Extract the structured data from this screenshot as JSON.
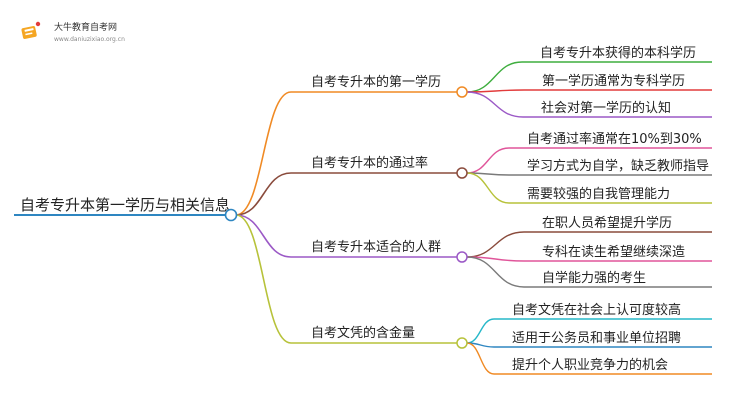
{
  "logo": {
    "name": "大牛教育自考网",
    "url": "www.daniuzixiao.org.cn"
  },
  "mindmap": {
    "root": "自考专升本第一学历与相关信息",
    "branches": [
      {
        "label": "自考专升本的第一学历",
        "color": "#f08a24",
        "children": [
          {
            "label": "自考专升本获得的本科学历",
            "color": "#3fae3f"
          },
          {
            "label": "第一学历通常为专科学历",
            "color": "#e23b3b"
          },
          {
            "label": "社会对第一学历的认知",
            "color": "#9b59c6"
          }
        ]
      },
      {
        "label": "自考专升本的通过率",
        "color": "#8a4b3c",
        "children": [
          {
            "label": "自考通过率通常在10%到30%",
            "color": "#e0559a"
          },
          {
            "label": "学习方式为自学，缺乏教师指导",
            "color": "#7a7a7a"
          },
          {
            "label": "需要较强的自我管理能力",
            "color": "#b7c23a"
          }
        ]
      },
      {
        "label": "自考专升本适合的人群",
        "color": "#9b59c6",
        "children": [
          {
            "label": "在职人员希望提升学历",
            "color": "#8a4b3c"
          },
          {
            "label": "专科在读生希望继续深造",
            "color": "#e0559a"
          },
          {
            "label": "自学能力强的考生",
            "color": "#7a7a7a"
          }
        ]
      },
      {
        "label": "自考文凭的含金量",
        "color": "#b7c23a",
        "children": [
          {
            "label": "自考文凭在社会上认可度较高",
            "color": "#27b8c9"
          },
          {
            "label": "适用于公务员和事业单位招聘",
            "color": "#2e86c1"
          },
          {
            "label": "提升个人职业竞争力的机会",
            "color": "#f08a24"
          }
        ]
      }
    ]
  }
}
